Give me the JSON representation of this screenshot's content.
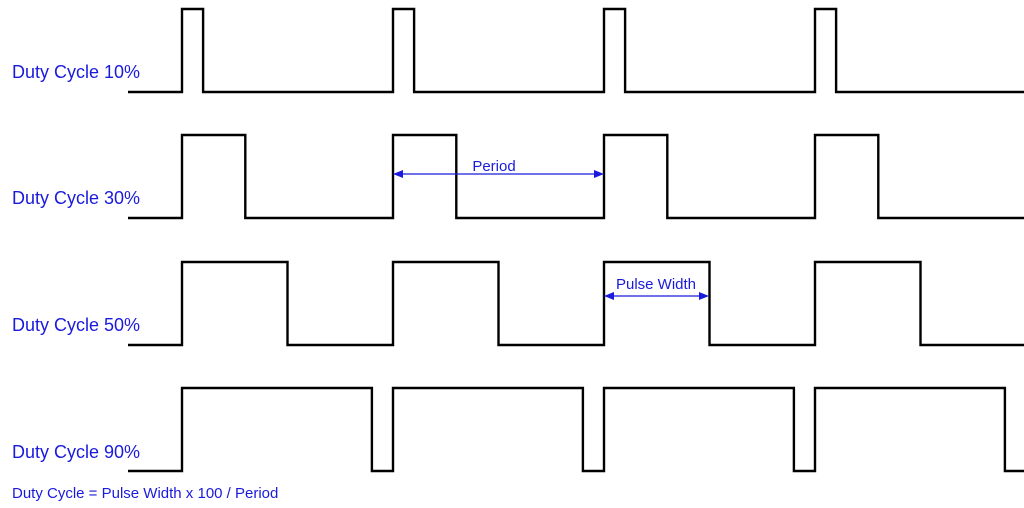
{
  "diagram": {
    "rows": [
      {
        "label": "Duty Cycle 10%",
        "duty": 0.1
      },
      {
        "label": "Duty Cycle 30%",
        "duty": 0.3
      },
      {
        "label": "Duty Cycle 50%",
        "duty": 0.5
      },
      {
        "label": "Duty Cycle 90%",
        "duty": 0.9
      }
    ],
    "pulses_per_row": 4,
    "annotations": {
      "period": "Period",
      "pulse_width": "Pulse Width"
    },
    "formula": "Duty Cycle = Pulse Width x 100 / Period"
  },
  "colors": {
    "label": "#1a1adc",
    "waveform": "#000000"
  }
}
